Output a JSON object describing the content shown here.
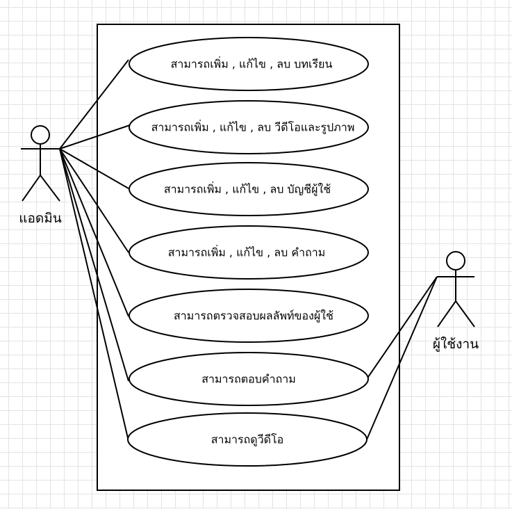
{
  "actors": {
    "admin": {
      "label": "แอดมิน"
    },
    "user": {
      "label": "ผู้ใช้งาน"
    }
  },
  "use_cases": [
    {
      "label": "สามารถเพิ่ม , แก้ไข , ลบ  บทเรียน"
    },
    {
      "label": "สามารถเพิ่ม , แก้ไข , ลบ  วีดีโอและรูปภาพ"
    },
    {
      "label": "สามารถเพิ่ม , แก้ไข , ลบ  บัญชีผู้ใช้"
    },
    {
      "label": "สามารถเพิ่ม , แก้ไข , ลบ  คำถาม"
    },
    {
      "label": "สามารถตรวจสอบผลลัพท์ของผู้ใช้"
    },
    {
      "label": "สามารถตอบคำถาม"
    },
    {
      "label": "สามารถดูวีดีโอ"
    }
  ],
  "colors": {
    "stroke": "#000000",
    "fill": "#ffffff",
    "grid": "#e3e3e3"
  }
}
